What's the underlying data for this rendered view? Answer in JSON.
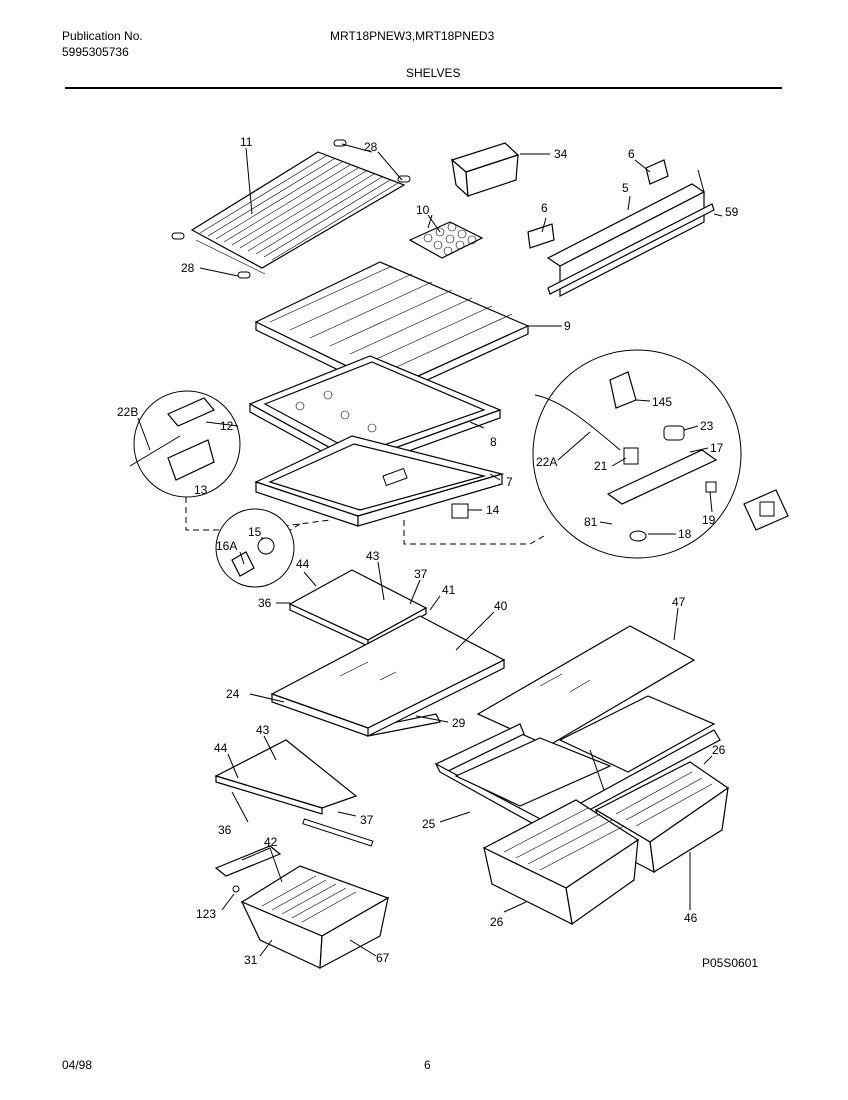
{
  "header": {
    "publication_label": "Publication No.",
    "publication_number": "5995305736",
    "model_numbers": "MRT18PNEW3,MRT18PNED3",
    "section_title": "SHELVES"
  },
  "footer": {
    "date": "04/98",
    "page_number": "6",
    "diagram_code": "P05S0601"
  },
  "callouts": {
    "c11": "11",
    "c28a": "28",
    "c28b": "28",
    "c34": "34",
    "c6a": "6",
    "c10": "10",
    "c6b": "6",
    "c5": "5",
    "c59": "59",
    "c9": "9",
    "c22b": "22B",
    "c12": "12",
    "c13": "13",
    "c8": "8",
    "c7": "7",
    "c14": "14",
    "c145": "145",
    "c23": "23",
    "c17": "17",
    "c22a": "22A",
    "c21": "21",
    "c81": "81",
    "c19": "19",
    "c18": "18",
    "c15": "15",
    "c16a": "16A",
    "c44a": "44",
    "c43a": "43",
    "c37a": "37",
    "c36a": "36",
    "c41": "41",
    "c40": "40",
    "c47": "47",
    "c24": "24",
    "c29": "29",
    "c43b": "43",
    "c44b": "44",
    "c26a": "26",
    "c37b": "37",
    "c36b": "36",
    "c25": "25",
    "c42": "42",
    "c123": "123",
    "c26b": "26",
    "c46": "46",
    "c31": "31",
    "c67": "67"
  }
}
